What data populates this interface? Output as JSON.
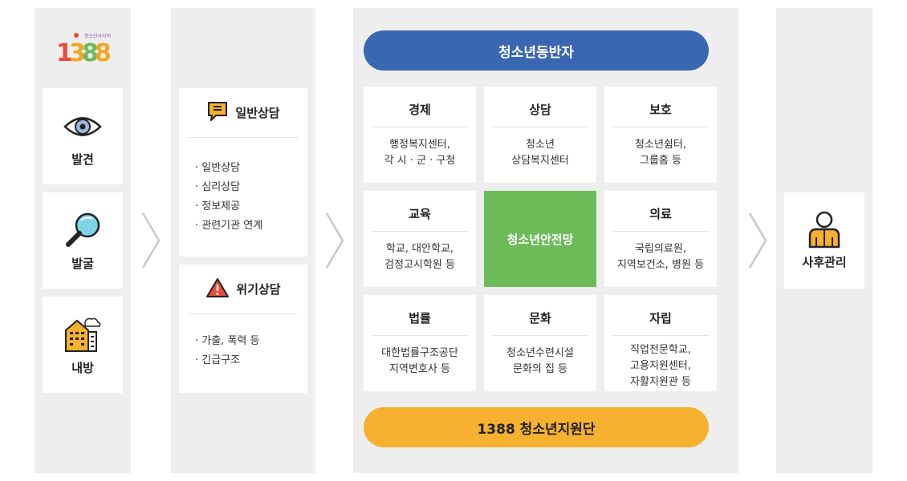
{
  "logo": {
    "text": "1388",
    "tagline": "청소년사이버상담"
  },
  "stages": [
    {
      "label": "발견",
      "icon": "eye-icon"
    },
    {
      "label": "발굴",
      "icon": "magnifier-icon"
    },
    {
      "label": "내방",
      "icon": "building-icon"
    }
  ],
  "counsel": {
    "general": {
      "title": "일반상담",
      "icon": "chat-icon",
      "items": [
        "일반상담",
        "심리상담",
        "정보제공",
        "관련기관 연계"
      ]
    },
    "crisis": {
      "title": "위기상담",
      "icon": "warning-icon",
      "items": [
        "가출, 폭력 등",
        "긴급구조"
      ]
    }
  },
  "network": {
    "top_pill": "청소년동반자",
    "bottom_pill": "1388 청소년지원단",
    "center": "청소년안전망",
    "cells": [
      {
        "title": "경제",
        "desc": "행정복지센터,\n각 시 · 군 · 구청"
      },
      {
        "title": "상담",
        "desc": "청소년\n상담복지센터"
      },
      {
        "title": "보호",
        "desc": "청소년쉼터,\n그룹홈 등"
      },
      {
        "title": "교육",
        "desc": "학교, 대안학교,\n검정고시학원 등"
      },
      {
        "title": "의료",
        "desc": "국립의료원,\n지역보건소, 병원 등"
      },
      {
        "title": "법률",
        "desc": "대한법률구조공단\n지역변호사 등"
      },
      {
        "title": "문화",
        "desc": "청소년수련시설\n문화의 집 등"
      },
      {
        "title": "자립",
        "desc": "직업전문학교,\n고용지원센터,\n자활지원관 등"
      }
    ]
  },
  "aftercare": {
    "label": "사후관리",
    "icon": "person-icon"
  },
  "colors": {
    "blue": "#3a67b1",
    "orange": "#f5b12f",
    "green": "#6dbb58",
    "panel": "#eeeeee"
  }
}
